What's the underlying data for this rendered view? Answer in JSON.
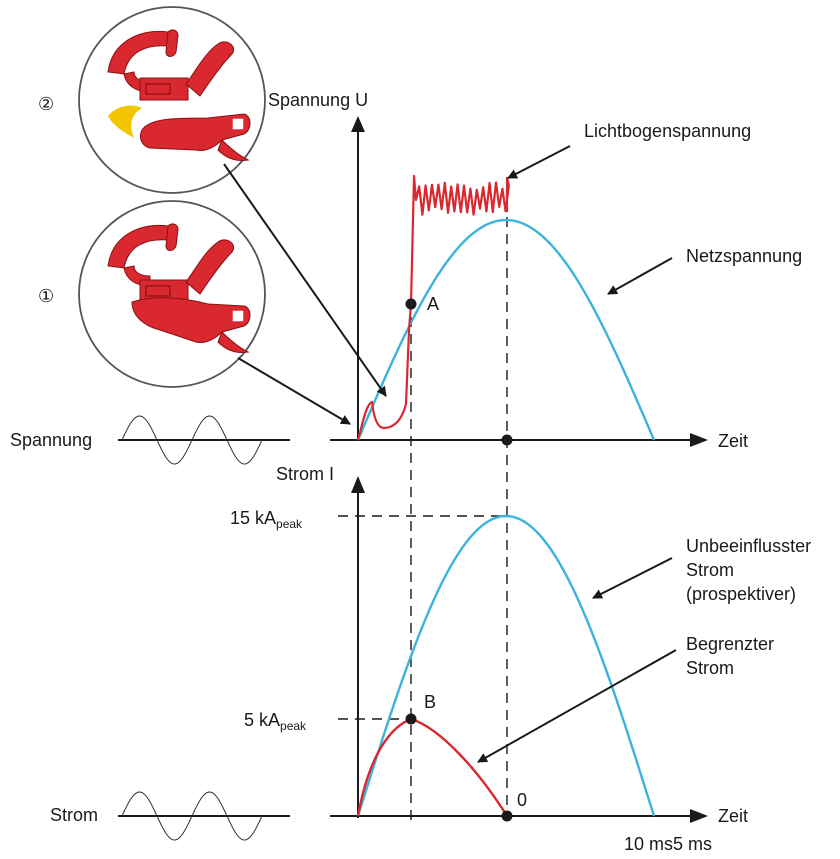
{
  "labels": {
    "voltage_axis": "Spannung U",
    "current_axis": "Strom I",
    "time": "Zeit",
    "arc_voltage": "Lichtbogenspannung",
    "mains_voltage": "Netzspannung",
    "unaffected_current": [
      "Unbeeinflusster",
      "Strom",
      "(prospektiver)"
    ],
    "limited_current": [
      "Begrenzter",
      "Strom"
    ],
    "voltage_input": "Spannung",
    "current_input": "Strom",
    "point_a": "A",
    "point_b": "B",
    "point_zero": "0",
    "tick_15ka": "15 kA",
    "tick_5ka": "5 kA",
    "peak_sub": "peak",
    "time_ticks": "10 ms5 ms",
    "stage_1": "①",
    "stage_2": "②"
  },
  "colors": {
    "prospective": "#3bb4dc",
    "limited": "#d9282f",
    "contact": "#d9282f",
    "arc": "#f3c400"
  }
}
